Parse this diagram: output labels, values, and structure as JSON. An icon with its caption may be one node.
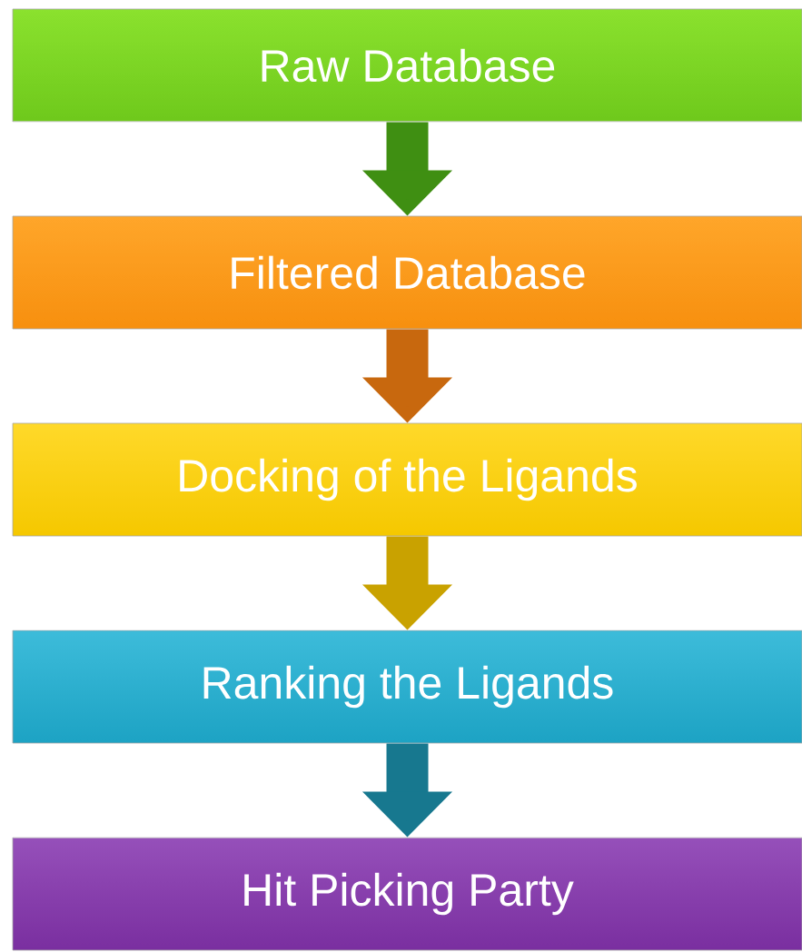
{
  "diagram": {
    "nodes": [
      {
        "text": [
          "Raw Database"
        ]
      },
      {
        "text": [
          "Filtered Database"
        ]
      },
      {
        "text": [
          "Docking of the Ligands"
        ]
      },
      {
        "text": [
          "Ranking the Ligands"
        ]
      },
      {
        "text": [
          "Hit Picking Party"
        ]
      }
    ],
    "edges": [
      {
        "from": 0,
        "to": 1,
        "arrow": "to",
        "color": "#3f8f12"
      },
      {
        "from": 1,
        "to": 2,
        "arrow": "to",
        "color": "#c8680e"
      },
      {
        "from": 2,
        "to": 3,
        "arrow": "to",
        "color": "#c9a200"
      },
      {
        "from": 3,
        "to": 4,
        "arrow": "to",
        "color": "#17788f"
      }
    ]
  }
}
